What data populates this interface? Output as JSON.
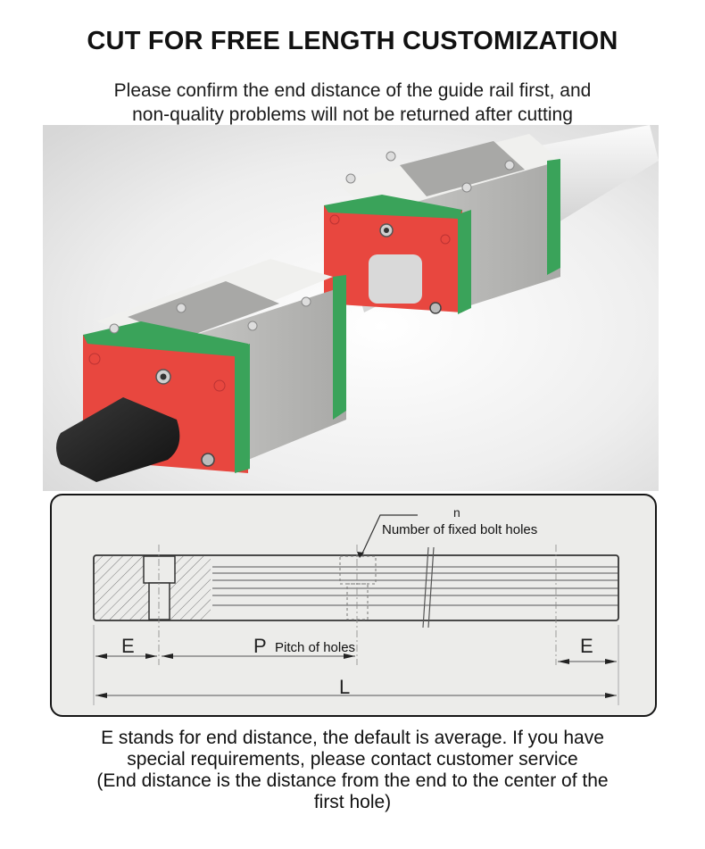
{
  "header": {
    "title": "CUT FOR FREE LENGTH CUSTOMIZATION",
    "subtitle_lines": [
      "Please confirm the end distance of the guide rail first, and",
      "non-quality problems will not be returned after cutting"
    ]
  },
  "product_image": {
    "description": "Two linear guide carriage blocks on a guide rail",
    "colors": {
      "end_seal_red": "#e8473f",
      "seal_green": "#3aa35a",
      "block_gray": "#b9b9b7",
      "top_plate_white": "#f1f1ef",
      "end_cap_black": "#1e1e1e"
    }
  },
  "diagram": {
    "n_label": "n",
    "bolt_holes_label": "Number of fixed bolt holes",
    "e_left_label": "E",
    "p_label": "P",
    "pitch_label": "Pitch of holes",
    "e_right_label": "E",
    "l_label": "L",
    "background": "#ececea"
  },
  "footer": {
    "lines": [
      "E stands for end distance, the default is average.  If you have",
      "special requirements, please contact customer service",
      "(End distance is the distance from the end to the center of the",
      "first hole)"
    ]
  }
}
